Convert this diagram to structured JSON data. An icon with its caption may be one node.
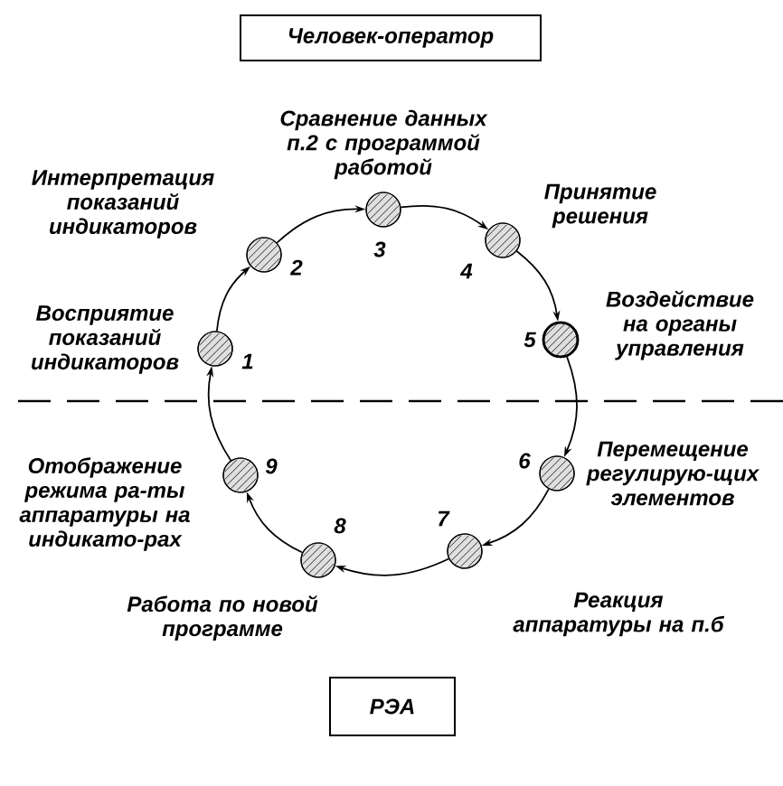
{
  "diagram": {
    "nodes": [
      {
        "text": [
          "Человек-оператор"
        ]
      },
      {
        "text": [],
        "shape": "circle",
        "beside": [
          "1",
          "Восприятие показаний индикаторов"
        ]
      },
      {
        "text": [],
        "shape": "circle",
        "beside": [
          "2",
          "Интерпретация показаний индикаторов"
        ]
      },
      {
        "text": [],
        "shape": "circle",
        "beside": [
          "3",
          "Сравнение данных п.2 с программой работой"
        ]
      },
      {
        "text": [],
        "shape": "circle",
        "beside": [
          "4",
          "Принятие решения"
        ]
      },
      {
        "text": [],
        "shape": "circle",
        "beside": [
          "5",
          "Воздействие на органы управления"
        ]
      },
      {
        "text": [],
        "shape": "circle",
        "beside": [
          "6",
          "Перемещение регулирую-щих элементов"
        ]
      },
      {
        "text": [],
        "shape": "circle",
        "beside": [
          "7",
          "Реакция аппаратуры на п.б"
        ]
      },
      {
        "text": [],
        "shape": "circle",
        "beside": [
          "8",
          "Работа по новой программе"
        ]
      },
      {
        "text": [],
        "shape": "circle",
        "beside": [
          "9",
          "Отображение режима ра-ты аппаратуры на индикато-рах"
        ]
      },
      {
        "text": [
          "РЭА"
        ]
      }
    ],
    "edges": [
      {
        "from": 1,
        "to": 2,
        "arrow": "to"
      },
      {
        "from": 2,
        "to": 3,
        "arrow": "to"
      },
      {
        "from": 3,
        "to": 4,
        "arrow": "to"
      },
      {
        "from": 4,
        "to": 5,
        "arrow": "to"
      },
      {
        "from": 5,
        "to": 6,
        "arrow": "to"
      },
      {
        "from": 6,
        "to": 7,
        "arrow": "to"
      },
      {
        "from": 7,
        "to": 8,
        "arrow": "to"
      },
      {
        "from": 8,
        "to": 9,
        "arrow": "to"
      },
      {
        "from": 9,
        "to": 1,
        "arrow": "to"
      }
    ]
  }
}
